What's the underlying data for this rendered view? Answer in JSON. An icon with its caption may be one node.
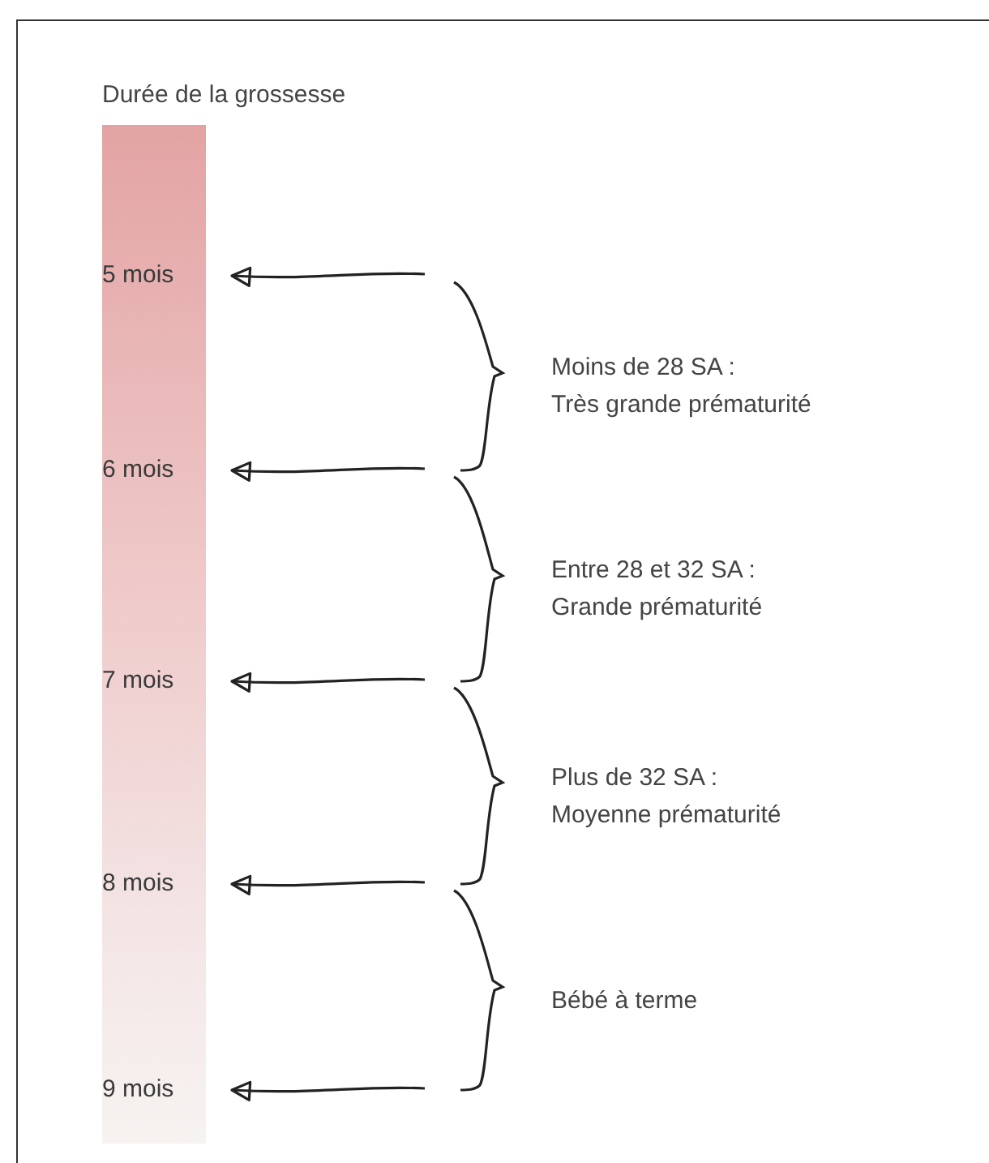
{
  "diagram": {
    "title": "Durée de la grossesse",
    "nodes": [
      {
        "text": [
          "5 mois"
        ]
      },
      {
        "text": [
          "6 mois"
        ]
      },
      {
        "text": [
          "7 mois"
        ]
      },
      {
        "text": [
          "8 mois"
        ]
      },
      {
        "text": [
          "9 mois"
        ]
      }
    ],
    "edges": [
      {
        "from": null,
        "to": 0,
        "arrow": "to"
      },
      {
        "from": null,
        "to": 1,
        "arrow": "to"
      },
      {
        "from": null,
        "to": 2,
        "arrow": "to"
      },
      {
        "from": null,
        "to": 3,
        "arrow": "to"
      },
      {
        "from": null,
        "to": 4,
        "arrow": "to"
      }
    ],
    "labels": [
      "Moins de 28 SA : Très grande prématurité",
      "Entre 28 et 32 SA : Grande prématurité",
      "Plus de 32 SA : Moyenne prématurité",
      "Bébé à terme"
    ]
  }
}
